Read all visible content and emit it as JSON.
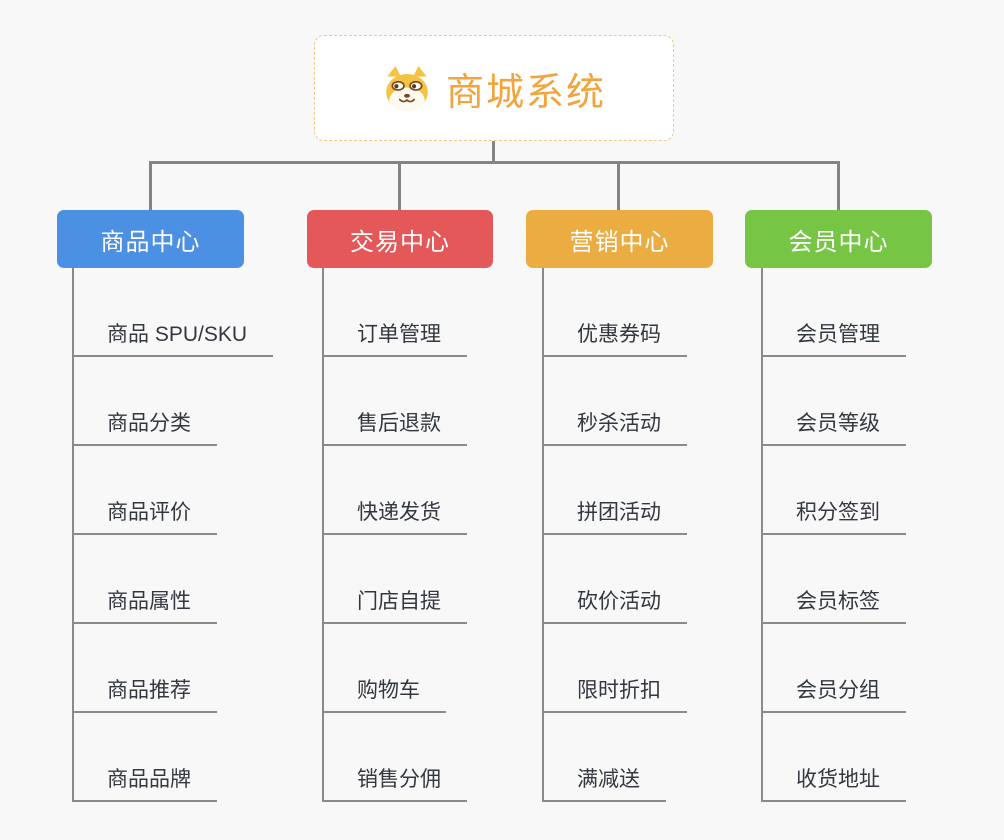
{
  "page": {
    "background_color": "#f8f8f8",
    "line_color": "#848484"
  },
  "root": {
    "title": "商城系统",
    "icon": "shiba-dog-icon",
    "text_color": "#f2a43d",
    "border_color": "#f3c885"
  },
  "branches": [
    {
      "label": "商品中心",
      "color": "#4b90e2",
      "items": [
        "商品 SPU/SKU",
        "商品分类",
        "商品评价",
        "商品属性",
        "商品推荐",
        "商品品牌"
      ]
    },
    {
      "label": "交易中心",
      "color": "#e4585a",
      "items": [
        "订单管理",
        "售后退款",
        "快递发货",
        "门店自提",
        "购物车",
        "销售分佣"
      ]
    },
    {
      "label": "营销中心",
      "color": "#ebac41",
      "items": [
        "优惠券码",
        "秒杀活动",
        "拼团活动",
        "砍价活动",
        "限时折扣",
        "满减送"
      ]
    },
    {
      "label": "会员中心",
      "color": "#77c544",
      "items": [
        "会员管理",
        "会员等级",
        "积分签到",
        "会员标签",
        "会员分组",
        "收货地址"
      ]
    }
  ]
}
